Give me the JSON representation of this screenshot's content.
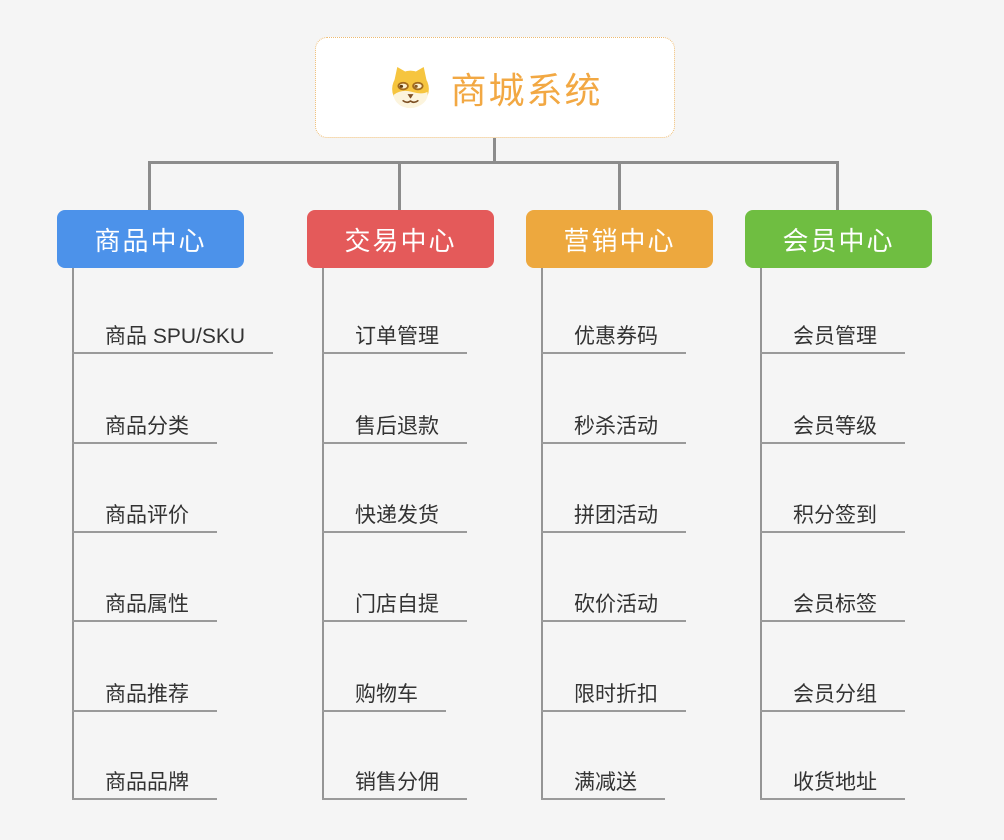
{
  "root": {
    "title": "商城系统",
    "icon": "doge-icon"
  },
  "colors": {
    "background": "#f5f5f5",
    "root_text": "#f2a843",
    "root_border": "#edbb72",
    "connector": "#8c8c8c",
    "leaf_text": "#333333",
    "leaf_line": "#9a9a9a",
    "branch_blue": "#4c92ea",
    "branch_red": "#e45a5a",
    "branch_orange": "#eda83e",
    "branch_green": "#6fbe41"
  },
  "columns": [
    {
      "title": "商品中心",
      "color": "#4c92ea",
      "items": [
        "商品 SPU/SKU",
        "商品分类",
        "商品评价",
        "商品属性",
        "商品推荐",
        "商品品牌"
      ]
    },
    {
      "title": "交易中心",
      "color": "#e45a5a",
      "items": [
        "订单管理",
        "售后退款",
        "快递发货",
        "门店自提",
        "购物车",
        "销售分佣"
      ]
    },
    {
      "title": "营销中心",
      "color": "#eda83e",
      "items": [
        "优惠券码",
        "秒杀活动",
        "拼团活动",
        "砍价活动",
        "限时折扣",
        "满减送"
      ]
    },
    {
      "title": "会员中心",
      "color": "#6fbe41",
      "items": [
        "会员管理",
        "会员等级",
        "积分签到",
        "会员标签",
        "会员分组",
        "收货地址"
      ]
    }
  ]
}
